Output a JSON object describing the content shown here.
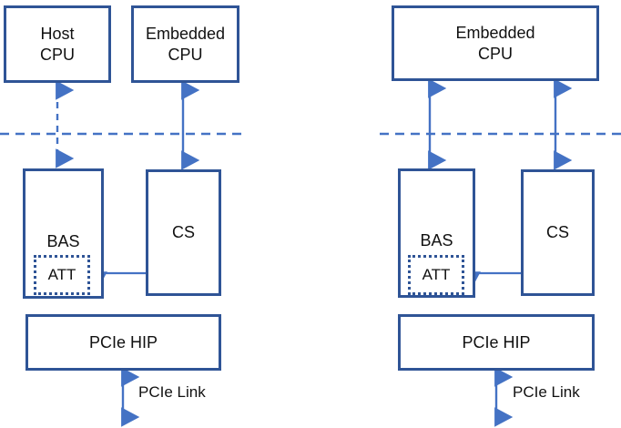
{
  "diagram": {
    "type": "block-diagram",
    "background_color": "#FFFFFF",
    "box_border_color": "#2F5496",
    "arrow_color": "#4472C4",
    "divider_color": "#4472C4",
    "panels": [
      {
        "id": "left",
        "nodes": {
          "host_cpu": "Host\nCPU",
          "host_cpu_line1": "Host",
          "host_cpu_line2": "CPU",
          "embedded_cpu_line1": "Embedded",
          "embedded_cpu_line2": "CPU",
          "bas": "BAS",
          "att": "ATT",
          "cs": "CS",
          "pcie_hip": "PCIe HIP"
        },
        "edges": {
          "host_to_bas": "dashed-bidirectional",
          "embedded_to_cs": "solid-bidirectional",
          "cs_to_att": "solid-unidirectional",
          "pcie_link_label": "PCIe Link"
        }
      },
      {
        "id": "right",
        "nodes": {
          "embedded_cpu_line1": "Embedded",
          "embedded_cpu_line2": "CPU",
          "bas": "BAS",
          "att": "ATT",
          "cs": "CS",
          "pcie_hip": "PCIe HIP"
        },
        "edges": {
          "embedded_to_bas": "solid-bidirectional",
          "embedded_to_cs": "solid-bidirectional",
          "cs_to_att": "solid-unidirectional",
          "pcie_link_label": "PCIe Link"
        }
      }
    ]
  }
}
